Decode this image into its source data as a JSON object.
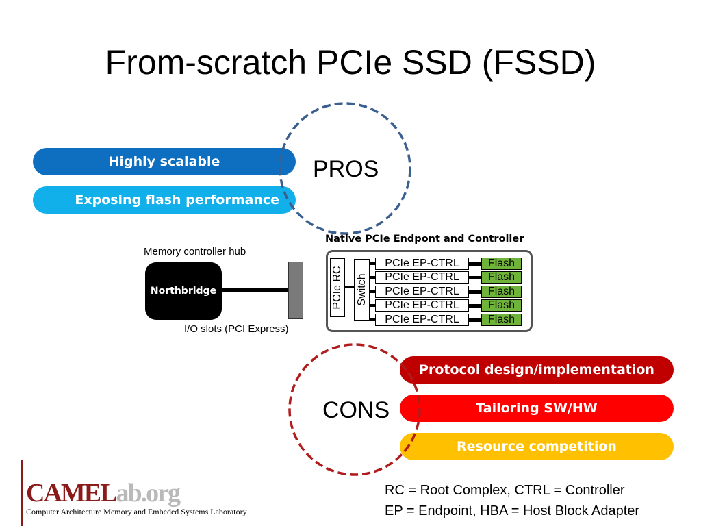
{
  "title": "From-scratch PCIe SSD (FSSD)",
  "pros": {
    "label": "PROS",
    "items": [
      "Highly scalable",
      "Exposing flash performance"
    ],
    "colors": [
      "#0e6fc1",
      "#12b0ea"
    ]
  },
  "cons": {
    "label": "CONS",
    "items": [
      "Protocol design/implementation",
      "Tailoring SW/HW",
      "Resource competition"
    ],
    "colors": [
      "#c00000",
      "#ff0000",
      "#ffc000"
    ]
  },
  "diagram": {
    "hub_label": "Memory  controller hub",
    "northbridge": "Northbridge",
    "slots_label": "I/O slots (PCI Express)",
    "endpoint_title": "Native PCIe Endpont and Controller",
    "pcie_rc": "PCIe RC",
    "switch": "Switch",
    "controllers": [
      "PCIe EP-CTRL",
      "PCIe EP-CTRL",
      "PCIe EP-CTRL",
      "PCIe EP-CTRL",
      "PCIe EP-CTRL"
    ],
    "flash": [
      "Flash",
      "Flash",
      "Flash",
      "Flash",
      "Flash"
    ]
  },
  "legend": {
    "line1": "RC = Root Complex, CTRL = Controller",
    "line2": "EP = Endpoint, HBA =  Host Block Adapter"
  },
  "logo": {
    "part1": "CAMEL",
    "part2": "ab.org",
    "subtitle": "Computer Architecture Memory and  Embeded Systems Laboratory"
  }
}
